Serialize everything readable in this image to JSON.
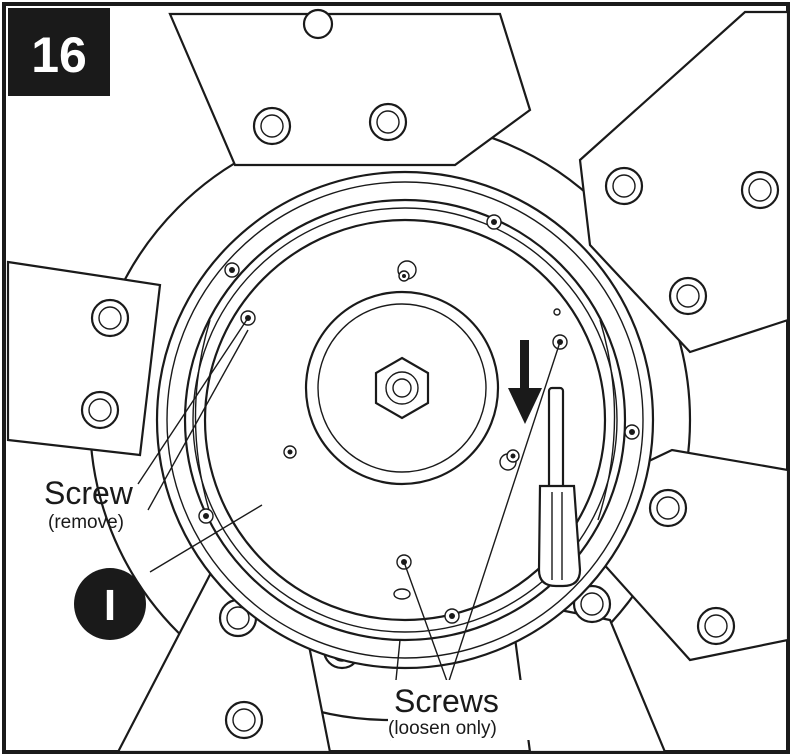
{
  "step": {
    "number": "16"
  },
  "callouts": {
    "screw_remove": {
      "title": "Screw",
      "note": "(remove)"
    },
    "screws_loosen": {
      "title": "Screws",
      "note": "(loosen only)"
    },
    "part_marker": "I"
  },
  "colors": {
    "ink": "#1a1a1a",
    "paper": "#ffffff"
  },
  "icons": {
    "direction": "arrow-down-icon",
    "tool": "screwdriver-icon"
  }
}
